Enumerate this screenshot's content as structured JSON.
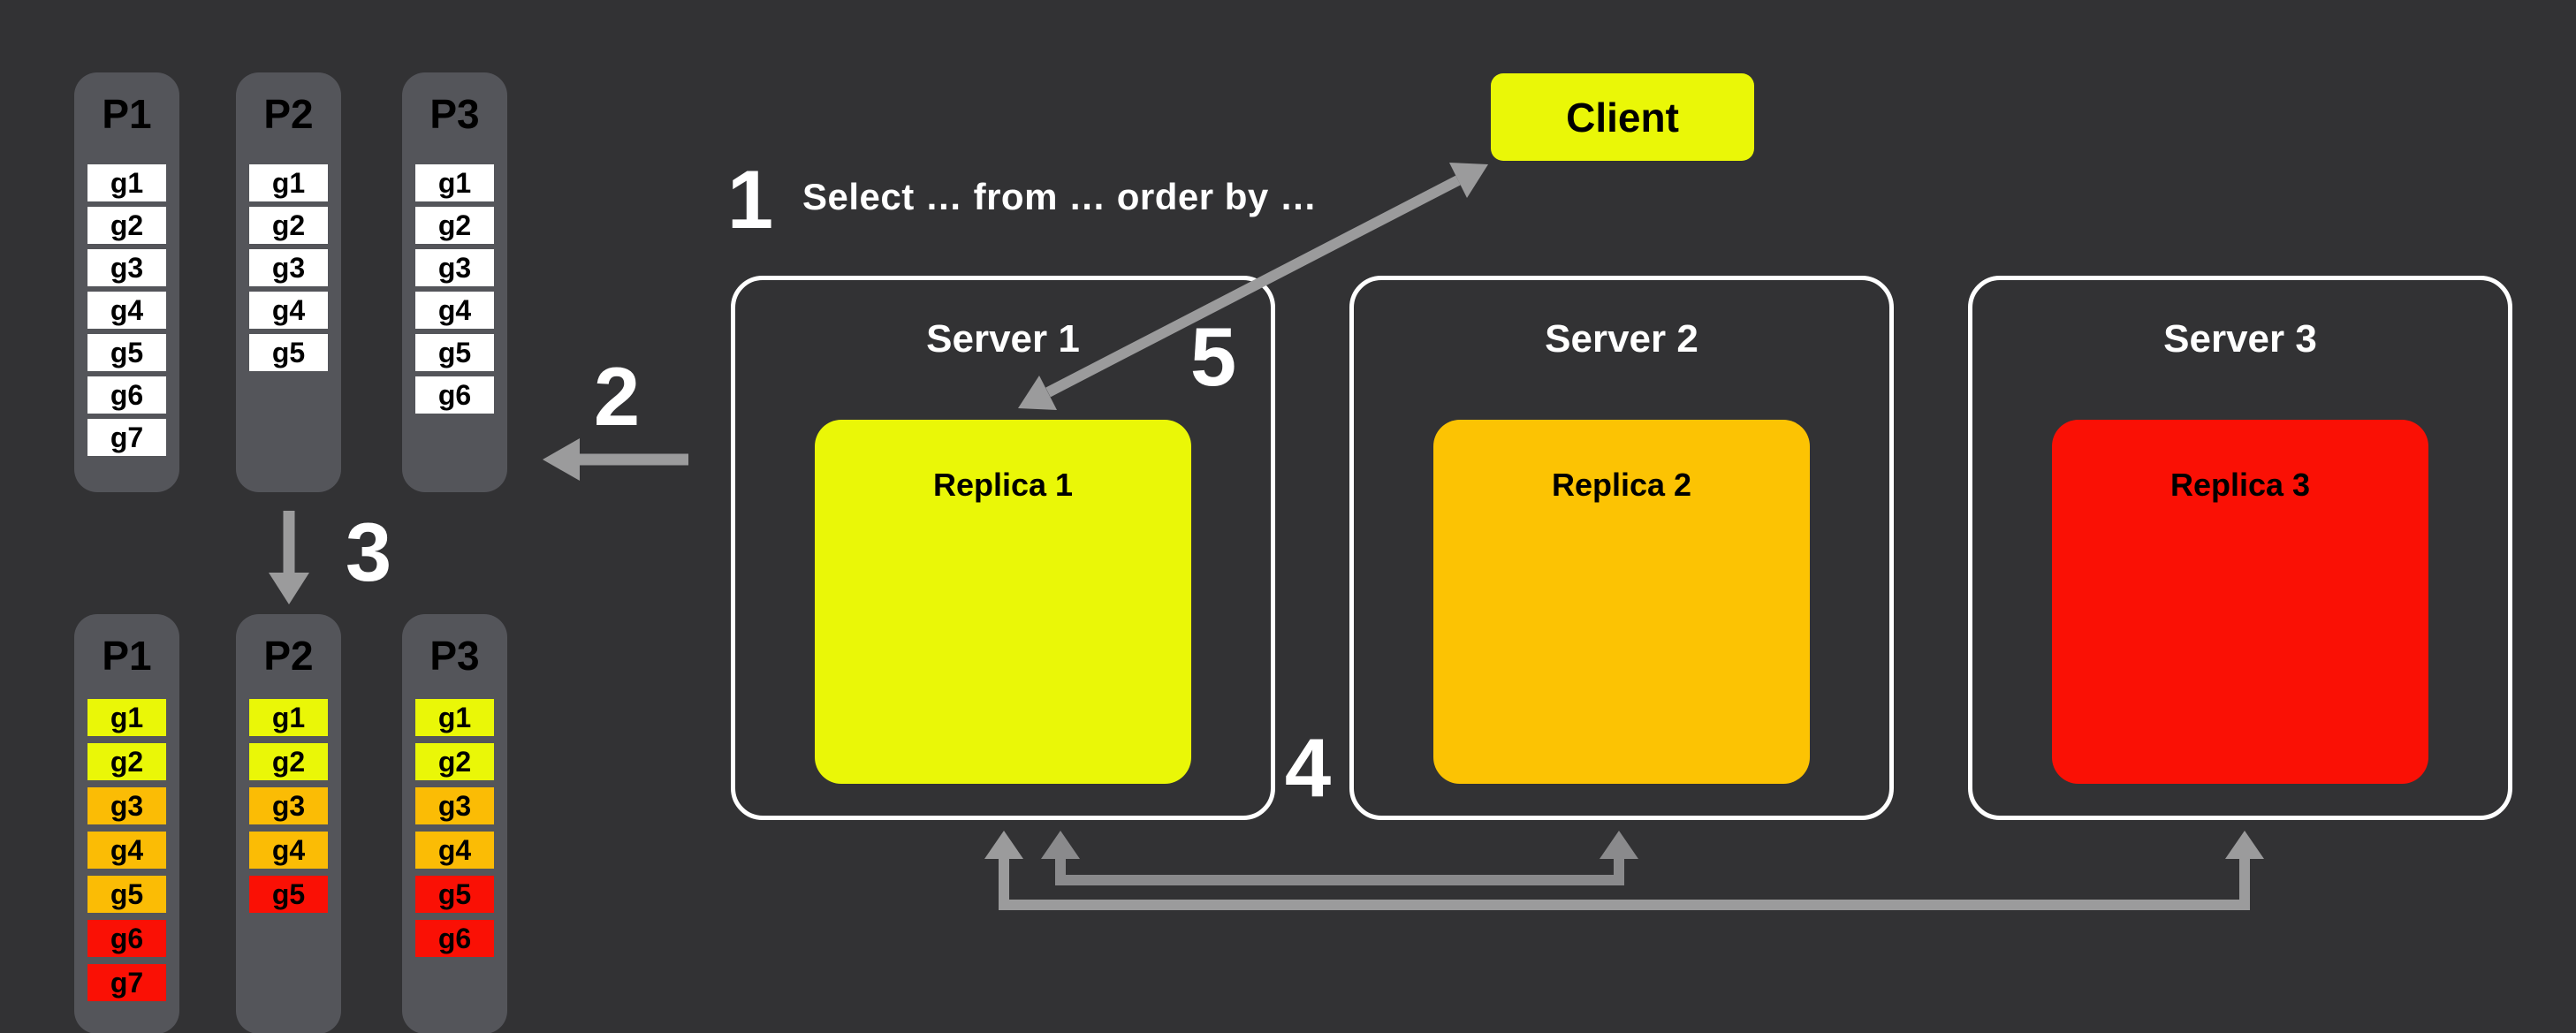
{
  "colors": {
    "background": "#323234",
    "column_bg": "#54555A",
    "cell_white": "#FFFFFF",
    "yellow": "#EAF707",
    "orange": "#FBBC05",
    "red": "#FA1005",
    "replica2_orange": "#FCC303",
    "arrow_gray": "#9B9B9C",
    "arrow_gray_dark": "#8A8A8C",
    "server_border": "#FFFFFF",
    "text_white": "#FFFFFF",
    "text_black": "#000000"
  },
  "partitions_before": [
    {
      "name": "P1",
      "cells": [
        "g1",
        "g2",
        "g3",
        "g4",
        "g5",
        "g6",
        "g7"
      ]
    },
    {
      "name": "P2",
      "cells": [
        "g1",
        "g2",
        "g3",
        "g4",
        "g5"
      ]
    },
    {
      "name": "P3",
      "cells": [
        "g1",
        "g2",
        "g3",
        "g4",
        "g5",
        "g6"
      ]
    }
  ],
  "partitions_after": [
    {
      "name": "P1",
      "cells": [
        {
          "label": "g1",
          "color": "#EAF707"
        },
        {
          "label": "g2",
          "color": "#EAF707"
        },
        {
          "label": "g3",
          "color": "#FBBC05"
        },
        {
          "label": "g4",
          "color": "#FBBC05"
        },
        {
          "label": "g5",
          "color": "#FBBC05"
        },
        {
          "label": "g6",
          "color": "#FA1005"
        },
        {
          "label": "g7",
          "color": "#FA1005"
        }
      ]
    },
    {
      "name": "P2",
      "cells": [
        {
          "label": "g1",
          "color": "#EAF707"
        },
        {
          "label": "g2",
          "color": "#EAF707"
        },
        {
          "label": "g3",
          "color": "#FBBC05"
        },
        {
          "label": "g4",
          "color": "#FBBC05"
        },
        {
          "label": "g5",
          "color": "#FA1005"
        }
      ]
    },
    {
      "name": "P3",
      "cells": [
        {
          "label": "g1",
          "color": "#EAF707"
        },
        {
          "label": "g2",
          "color": "#EAF707"
        },
        {
          "label": "g3",
          "color": "#FBBC05"
        },
        {
          "label": "g4",
          "color": "#FBBC05"
        },
        {
          "label": "g5",
          "color": "#FA1005"
        },
        {
          "label": "g6",
          "color": "#FA1005"
        }
      ]
    }
  ],
  "client": {
    "label": "Client",
    "color": "#EAF707"
  },
  "servers": [
    {
      "name": "Server 1",
      "replica": {
        "label": "Replica 1",
        "color": "#EAF707"
      }
    },
    {
      "name": "Server 2",
      "replica": {
        "label": "Replica 2",
        "color": "#FCC303"
      }
    },
    {
      "name": "Server 3",
      "replica": {
        "label": "Replica 3",
        "color": "#FA1005"
      }
    }
  ],
  "steps": {
    "step1": {
      "number": "1",
      "query": "Select … from … order by …"
    },
    "step2": {
      "number": "2"
    },
    "step3": {
      "number": "3"
    },
    "step4": {
      "number": "4"
    },
    "step5": {
      "number": "5"
    }
  }
}
